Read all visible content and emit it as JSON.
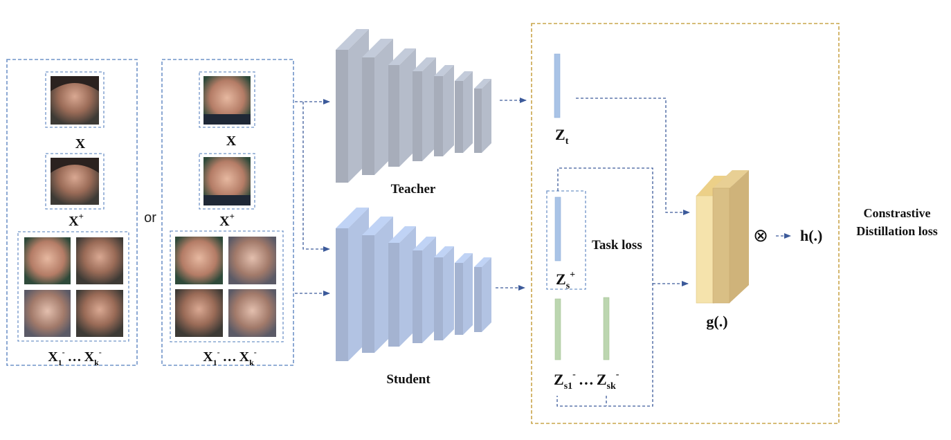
{
  "inputs": {
    "or_text": "or",
    "left": {
      "anchor_label": "X",
      "positive_label_base": "X",
      "positive_label_sup": "+",
      "negatives_label": {
        "a": "X",
        "a_sub": "1",
        "a_sup": "-",
        "dots": "…",
        "b": "X",
        "b_sub": "k",
        "b_sup": "-"
      }
    },
    "right": {
      "anchor_label": "X",
      "positive_label_base": "X",
      "positive_label_sup": "+",
      "negatives_label": {
        "a": "X",
        "a_sub": "1",
        "a_sup": "-",
        "dots": "…",
        "b": "X",
        "b_sub": "k",
        "b_sup": "-"
      }
    }
  },
  "networks": {
    "teacher_label": "Teacher",
    "student_label": "Student"
  },
  "embeddings": {
    "zt": {
      "base": "Z",
      "sub": "t"
    },
    "zs_pos": {
      "base": "Z",
      "sub": "s",
      "sup": "+"
    },
    "zs_neg": {
      "a": "Z",
      "a_sub": "s1",
      "a_sup": "-",
      "dots": "…",
      "b": "Z",
      "b_sub": "sk",
      "b_sup": "-"
    },
    "task_loss": "Task loss"
  },
  "projection": {
    "g_label": "g(.)",
    "otimes": "⊗",
    "h_label": "h(.)",
    "loss_line1": "Constrastive",
    "loss_line2": "Distillation loss"
  },
  "colors": {
    "teacher": "#b5bcca",
    "student": "#b2c3e3",
    "zt_bar": "#a9c3e6",
    "zneg_bar": "#bcd6b0",
    "g_block": "#e3cb90",
    "dash_blue": "#6f93c8",
    "dash_gold": "#c9a54a",
    "arrow": "#3c5a9a"
  },
  "icons": [
    "face-photo",
    "dashed-arrow-icon",
    "otimes-icon"
  ]
}
